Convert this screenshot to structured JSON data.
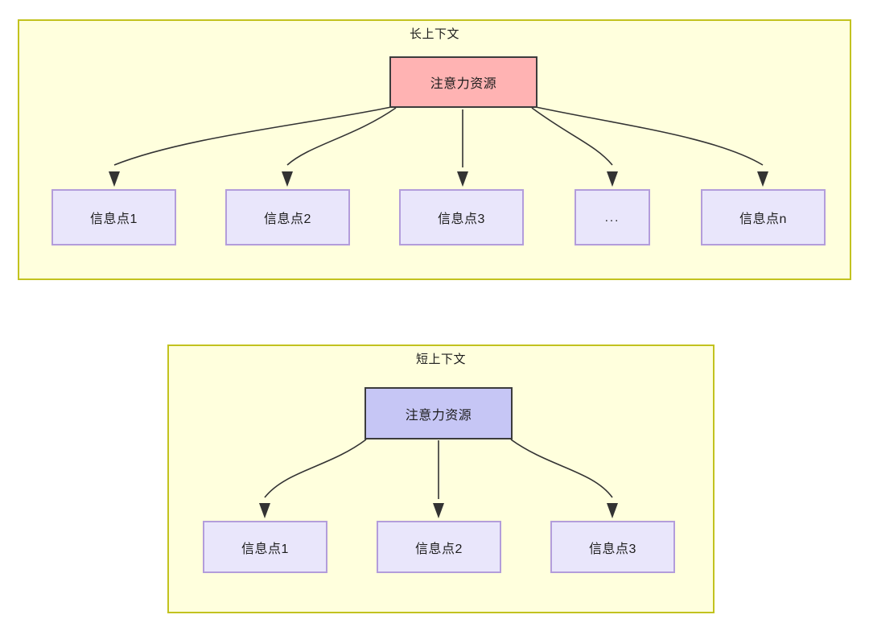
{
  "diagram": {
    "title": "",
    "type": "flow-diagram",
    "groups": [
      {
        "id": "long-context",
        "label": "长上下文",
        "fill": "#ffffdd",
        "border": "#c2c21f",
        "root": {
          "label": "注意力资源",
          "fill": "#ffb3b3",
          "border": "#3c3c3c"
        },
        "leaves": [
          {
            "label": "信息点1"
          },
          {
            "label": "信息点2"
          },
          {
            "label": "信息点3"
          },
          {
            "label": "..."
          },
          {
            "label": "信息点n"
          }
        ],
        "leaf_fill": "#e9e6fb",
        "leaf_border": "#b39ddb",
        "edge_count": 5
      },
      {
        "id": "short-context",
        "label": "短上下文",
        "fill": "#ffffdd",
        "border": "#c2c21f",
        "root": {
          "label": "注意力资源",
          "fill": "#c6c6f5",
          "border": "#3c3c3c"
        },
        "leaves": [
          {
            "label": "信息点1"
          },
          {
            "label": "信息点2"
          },
          {
            "label": "信息点3"
          }
        ],
        "leaf_fill": "#e9e6fb",
        "leaf_border": "#b39ddb",
        "edge_count": 3
      }
    ],
    "edge_color": "#333333"
  }
}
